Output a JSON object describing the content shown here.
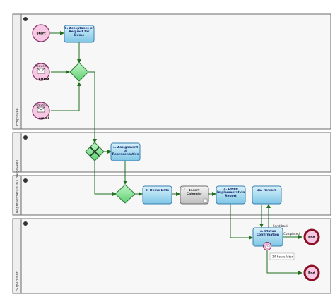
{
  "lanes": {
    "employee": "Employee",
    "sales": "Sales",
    "representative": "Representative in Charge",
    "supervisor": "Supervisor"
  },
  "events": {
    "start": "Start",
    "request_form_top": "Request",
    "request_form_bottom": "FORM",
    "request_email_top": "Request",
    "request_email_bottom": "email",
    "end1": "End",
    "end2": "End"
  },
  "tasks": {
    "acceptance": "0. Acceptance of Request for Demo",
    "assignment": "1. Assignment of Representative",
    "demo_date": "2. Demo Date",
    "insert_calendar": "Insert Calendar",
    "demo_impl": "3. Demo Implementation Report",
    "rework": "3x. Rework",
    "status_confirm": "4. Status Confirmation"
  },
  "flow_labels": {
    "send_back": "Send back",
    "completed": "Completed",
    "timer": "14 hours later"
  },
  "colors": {
    "task_fill": "#9ed8f0",
    "task_stroke": "#3a7fb0",
    "gateway_fill": "#7fe08f",
    "start_fill": "#f7c8e4",
    "end_stroke": "#8a0f24",
    "flow": "#1f6f1f"
  }
}
